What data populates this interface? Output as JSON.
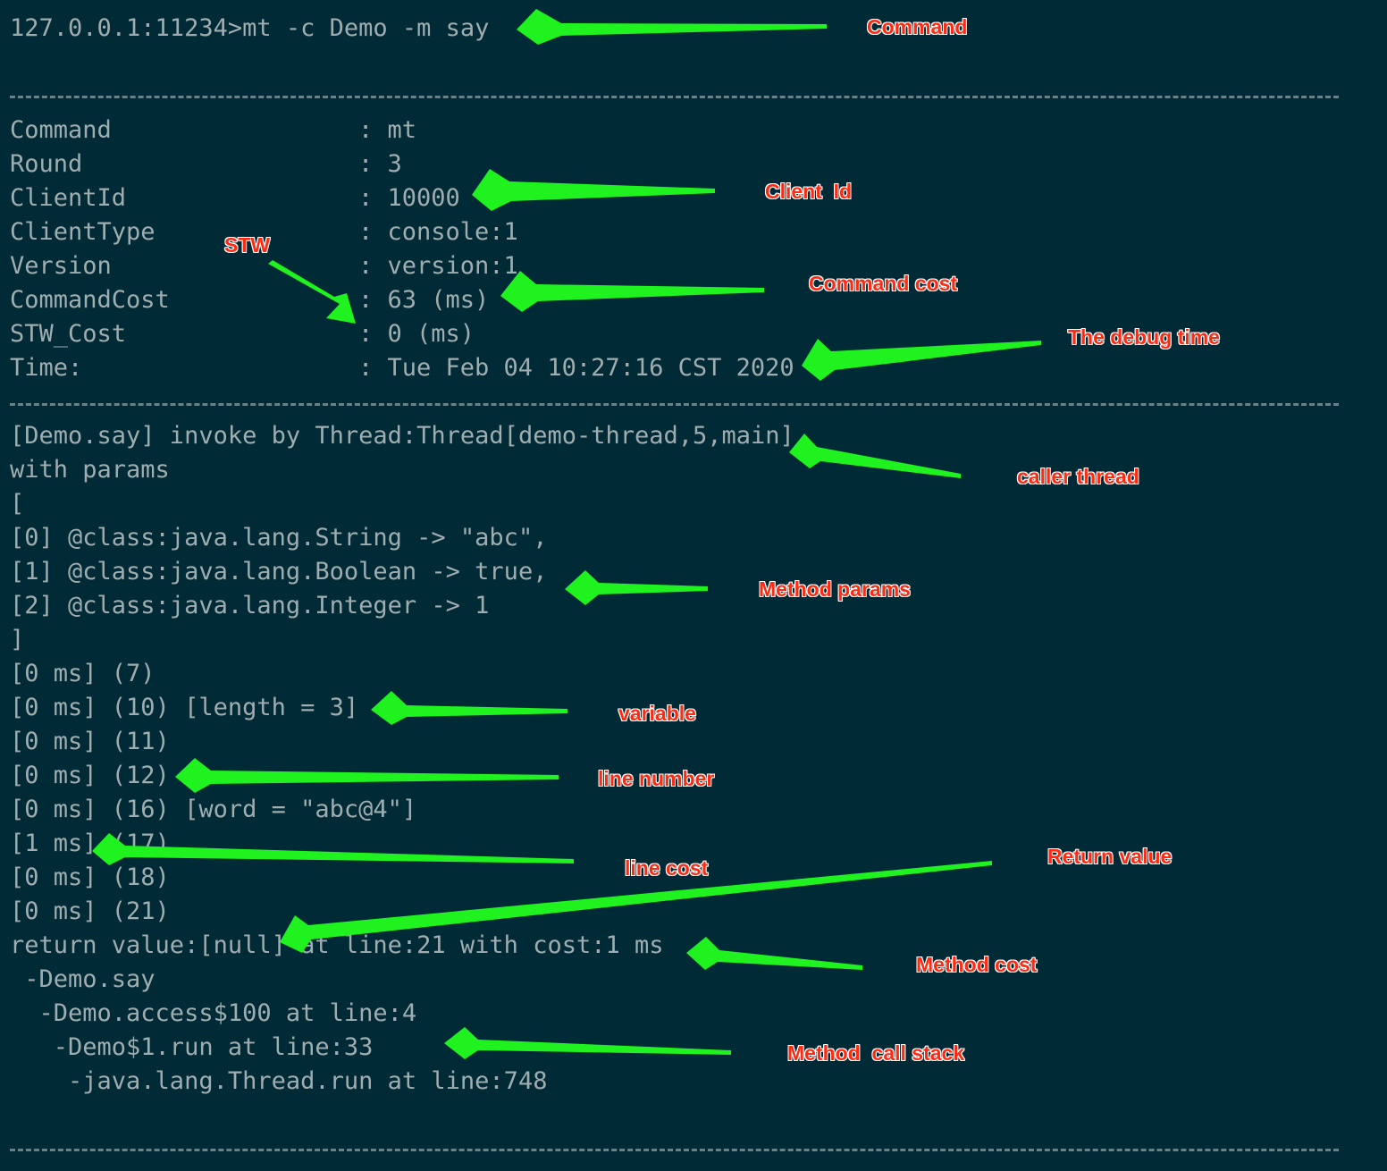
{
  "terminal": {
    "prompt": "127.0.0.1:11234>mt -c Demo -m say",
    "header": [
      {
        "key": "Command",
        "value": ": mt"
      },
      {
        "key": "Round",
        "value": ": 3"
      },
      {
        "key": "ClientId",
        "value": ": 10000"
      },
      {
        "key": "ClientType",
        "value": ": console:1"
      },
      {
        "key": "Version",
        "value": ": version:1"
      },
      {
        "key": "CommandCost",
        "value": ": 63 (ms)"
      },
      {
        "key": "STW_Cost",
        "value": ": 0 (ms)"
      },
      {
        "key": "Time:",
        "value": ": Tue Feb 04 10:27:16 CST 2020"
      }
    ],
    "body": [
      "[Demo.say] invoke by Thread:Thread[demo-thread,5,main]",
      "with params",
      "[",
      "[0] @class:java.lang.String -> \"abc\",",
      "[1] @class:java.lang.Boolean -> true,",
      "[2] @class:java.lang.Integer -> 1",
      "]",
      "[0 ms] (7)",
      "[0 ms] (10) [length = 3]",
      "[0 ms] (11)",
      "[0 ms] (12)",
      "[0 ms] (16) [word = \"abc@4\"]",
      "[1 ms] (17)",
      "[0 ms] (18)",
      "[0 ms] (21)",
      "return value:[null] at line:21 with cost:1 ms",
      " -Demo.say",
      "  -Demo.access$100 at line:4",
      "   -Demo$1.run at line:33",
      "    -java.lang.Thread.run at line:748"
    ]
  },
  "annotations": [
    {
      "label": "Command"
    },
    {
      "label": "Client  Id"
    },
    {
      "label": "STW"
    },
    {
      "label": "Command cost"
    },
    {
      "label": "The debug time"
    },
    {
      "label": "caller thread"
    },
    {
      "label": "Method params"
    },
    {
      "label": "variable"
    },
    {
      "label": "line number"
    },
    {
      "label": "line cost"
    },
    {
      "label": "Return value"
    },
    {
      "label": "Method cost"
    },
    {
      "label": "Method  call stack"
    }
  ],
  "colors": {
    "background": "#002b36",
    "text": "#a0adb0",
    "arrow": "#1ff21f",
    "annotation": "#ff2a12"
  }
}
